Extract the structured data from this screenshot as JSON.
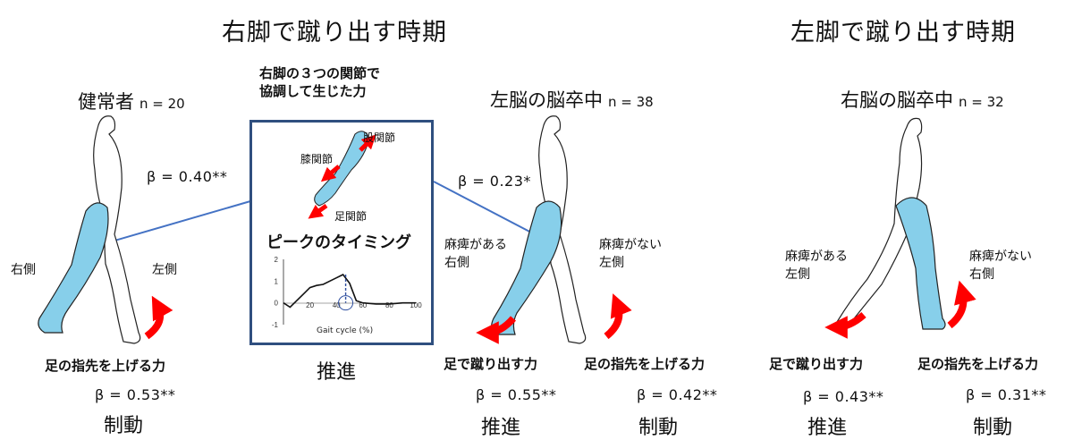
{
  "titles": {
    "right_push": "右脚で蹴り出す時期",
    "left_push": "左脚で蹴り出す時期"
  },
  "groups": {
    "healthy": {
      "label": "健常者",
      "n": "n = 20"
    },
    "left_stroke": {
      "label": "左脳の脳卒中",
      "n": "n = 38"
    },
    "right_stroke": {
      "label": "右脳の脳卒中",
      "n": "n = 32"
    }
  },
  "inset": {
    "title_line1": "右脚の３つの関節で",
    "title_line2": "協調して生じた力",
    "joints": {
      "hip": "股関節",
      "knee": "膝関節",
      "ankle": "足関節"
    },
    "peak_label": "ピークのタイミング",
    "chart_xlabel": "Gait cycle (%)",
    "effect": "推進"
  },
  "healthy_panel": {
    "beta_link": "β = 0.40**",
    "right_label": "右側",
    "left_label": "左側",
    "muscle": "足の指先を上げる力",
    "beta": "β =  0.53**",
    "effect": "制動"
  },
  "left_stroke_panel": {
    "beta_link": "β = 0.23*",
    "paralyzed_line1": "麻痺がある",
    "paralyzed_line2": "右側",
    "nonparalyzed_line1": "麻痺がない",
    "nonparalyzed_line2": "左側",
    "muscle_push": "足で蹴り出す力",
    "muscle_lift": "足の指先を上げる力",
    "beta_push": "β =  0.55**",
    "beta_lift": "β =  0.42**",
    "effect_push": "推進",
    "effect_lift": "制動"
  },
  "right_stroke_panel": {
    "paralyzed_line1": "麻痺がある",
    "paralyzed_line2": "左側",
    "nonparalyzed_line1": "麻痺がない",
    "nonparalyzed_line2": "右側",
    "muscle_push": "足で蹴り出す力",
    "muscle_lift": "足の指先を上げる力",
    "beta_push": "β =  0.43**",
    "beta_lift": "β =  0.31**",
    "effect_push": "推進",
    "effect_lift": "制動"
  },
  "chart_data": {
    "type": "line",
    "x": [
      0,
      5,
      10,
      15,
      20,
      25,
      30,
      35,
      40,
      45,
      50,
      55,
      60,
      70,
      80,
      90,
      100
    ],
    "values": [
      0,
      -0.2,
      0.1,
      0.4,
      0.7,
      0.8,
      0.85,
      1.0,
      1.15,
      1.3,
      0.9,
      0.1,
      0,
      -0.05,
      -0.05,
      0,
      0
    ],
    "peak_x": 47,
    "xlabel": "Gait cycle (%)",
    "xticks": [
      20,
      40,
      60,
      80,
      100
    ],
    "yticks": [
      -1,
      0,
      1,
      2
    ],
    "xlim": [
      0,
      100
    ],
    "ylim": [
      -1,
      2
    ]
  },
  "colors": {
    "leg_fill": "#87cfea",
    "arrow": "#ff0000",
    "connector": "#4472c4",
    "inset_border": "#2f4f7f"
  }
}
